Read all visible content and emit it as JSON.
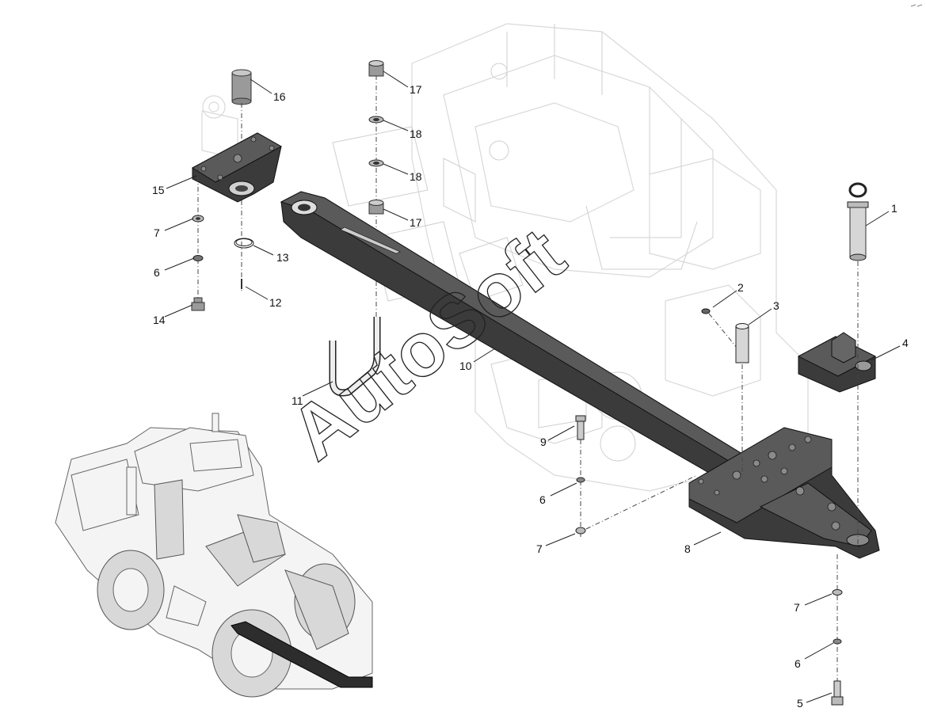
{
  "watermark": "AutoSoft",
  "callouts": [
    {
      "id": "c1",
      "text": "1"
    },
    {
      "id": "c2",
      "text": "2"
    },
    {
      "id": "c3",
      "text": "3"
    },
    {
      "id": "c4",
      "text": "4"
    },
    {
      "id": "c5",
      "text": "5"
    },
    {
      "id": "c6a",
      "text": "6"
    },
    {
      "id": "c6b",
      "text": "6"
    },
    {
      "id": "c6c",
      "text": "6"
    },
    {
      "id": "c7a",
      "text": "7"
    },
    {
      "id": "c7b",
      "text": "7"
    },
    {
      "id": "c7c",
      "text": "7"
    },
    {
      "id": "c8",
      "text": "8"
    },
    {
      "id": "c9",
      "text": "9"
    },
    {
      "id": "c10",
      "text": "10"
    },
    {
      "id": "c11",
      "text": "11"
    },
    {
      "id": "c12",
      "text": "12"
    },
    {
      "id": "c13",
      "text": "13"
    },
    {
      "id": "c14",
      "text": "14"
    },
    {
      "id": "c15",
      "text": "15"
    },
    {
      "id": "c16",
      "text": "16"
    },
    {
      "id": "c17a",
      "text": "17"
    },
    {
      "id": "c17b",
      "text": "17"
    },
    {
      "id": "c18a",
      "text": "18"
    },
    {
      "id": "c18b",
      "text": "18"
    }
  ]
}
